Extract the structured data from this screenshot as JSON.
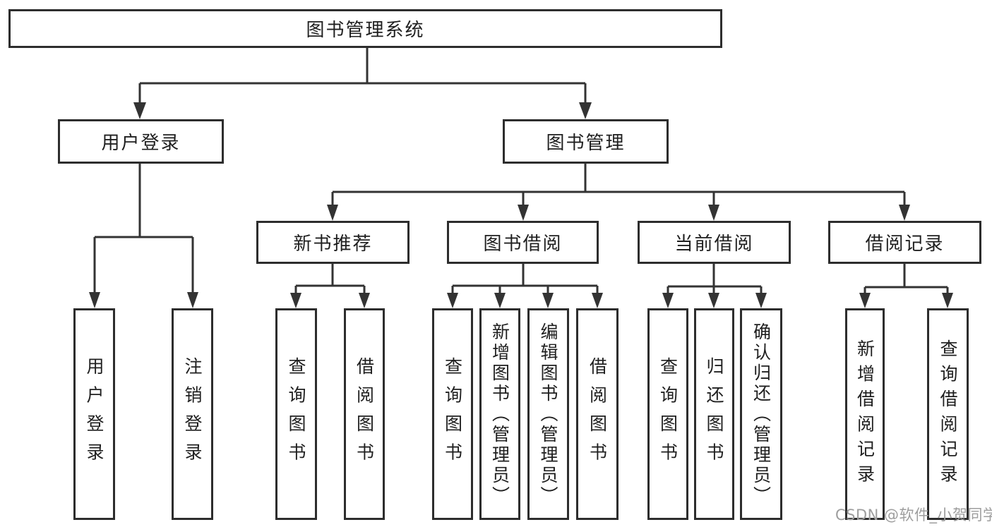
{
  "tree": {
    "root": {
      "label": "图书管理系统",
      "children": [
        {
          "label": "用户登录",
          "children": [
            {
              "label": "用户登录"
            },
            {
              "label": "注销登录"
            }
          ]
        },
        {
          "label": "图书管理",
          "children": [
            {
              "label": "新书推荐",
              "children": [
                {
                  "label": "查询图书"
                },
                {
                  "label": "借阅图书"
                }
              ]
            },
            {
              "label": "图书借阅",
              "children": [
                {
                  "label": "查询图书"
                },
                {
                  "label": "新增图书（管理员）"
                },
                {
                  "label": "编辑图书（管理员）"
                },
                {
                  "label": "借阅图书"
                }
              ]
            },
            {
              "label": "当前借阅",
              "children": [
                {
                  "label": "查询图书"
                },
                {
                  "label": "归还图书"
                },
                {
                  "label": "确认归还（管理员）"
                }
              ]
            },
            {
              "label": "借阅记录",
              "children": [
                {
                  "label": "新增借阅记录"
                },
                {
                  "label": "查询借阅记录"
                }
              ]
            }
          ]
        }
      ]
    }
  },
  "watermark": "CSDN @软件_小贺同学",
  "colors": {
    "line": "#333333",
    "box_border": "#2d2d2d",
    "box_fill": "#ffffff",
    "text": "#1f1f1f",
    "watermark_text": "#9e9e9e",
    "background": "#ffffff"
  }
}
